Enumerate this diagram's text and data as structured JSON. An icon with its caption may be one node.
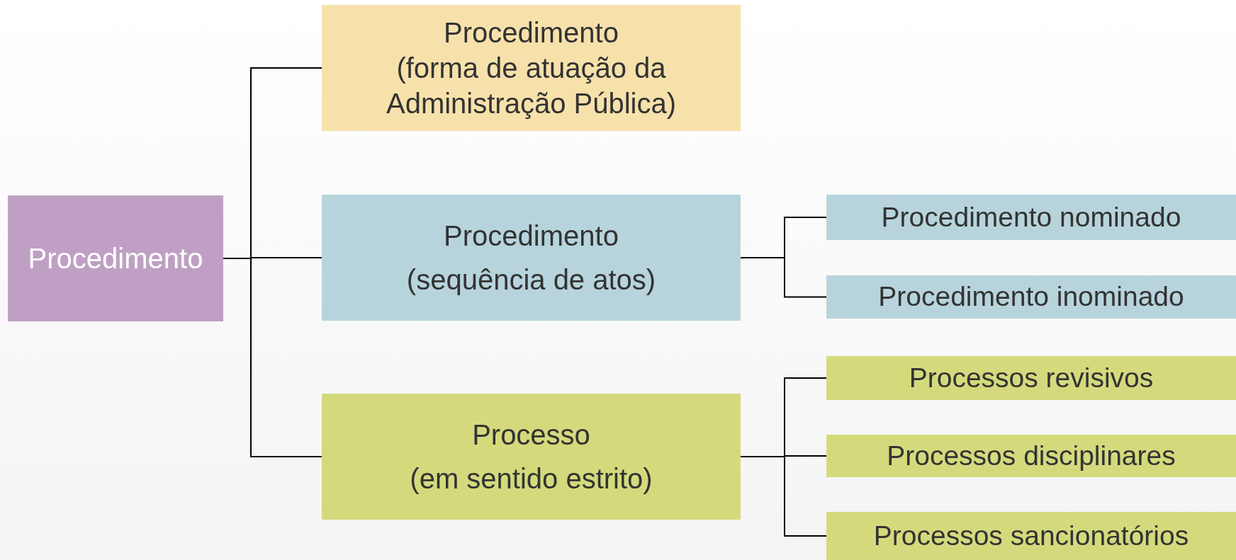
{
  "diagram": {
    "nodes": [
      {
        "text": [
          "Procedimento"
        ]
      },
      {
        "text": [
          "Procedimento",
          "(forma de atuação da Administração Pública)"
        ]
      },
      {
        "text": [
          "Procedimento",
          "(sequência de atos)"
        ]
      },
      {
        "text": [
          "Processo",
          "(em sentido estrito)"
        ]
      },
      {
        "text": [
          "Procedimento nominado"
        ]
      },
      {
        "text": [
          "Procedimento inominado"
        ]
      },
      {
        "text": [
          "Processos revisivos"
        ]
      },
      {
        "text": [
          "Processos disciplinares"
        ]
      },
      {
        "text": [
          "Processos sancionatórios"
        ]
      }
    ],
    "edges": [
      {
        "from": 0,
        "to": 1,
        "arrow": "none"
      },
      {
        "from": 0,
        "to": 2,
        "arrow": "none"
      },
      {
        "from": 0,
        "to": 3,
        "arrow": "none"
      },
      {
        "from": 2,
        "to": 4,
        "arrow": "none"
      },
      {
        "from": 2,
        "to": 5,
        "arrow": "none"
      },
      {
        "from": 3,
        "to": 6,
        "arrow": "none"
      },
      {
        "from": 3,
        "to": 7,
        "arrow": "none"
      },
      {
        "from": 3,
        "to": 8,
        "arrow": "none"
      }
    ]
  }
}
